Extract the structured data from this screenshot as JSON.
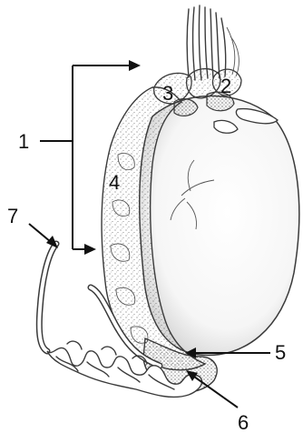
{
  "labels": [
    {
      "id": "1",
      "text": "1"
    },
    {
      "id": "2",
      "text": "2"
    },
    {
      "id": "3",
      "text": "3"
    },
    {
      "id": "4",
      "text": "4"
    },
    {
      "id": "5",
      "text": "5"
    },
    {
      "id": "6",
      "text": "6"
    },
    {
      "id": "7",
      "text": "7"
    }
  ],
  "colors": {
    "ink": "#111111",
    "stipple": "#444444",
    "background": "#ffffff"
  }
}
